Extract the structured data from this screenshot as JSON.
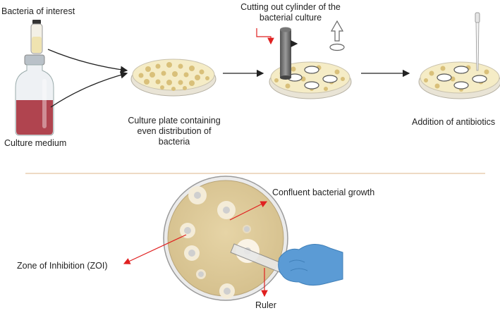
{
  "top": {
    "bacteria_label": "Bacteria of interest",
    "medium_label": "Culture medium",
    "plate_label_1": "Culture plate containing",
    "plate_label_2": "even distribution of",
    "plate_label_3": "bacteria",
    "cutting_label_1": "Cutting out cylinder of the",
    "cutting_label_2": "bacterial culture",
    "antibiotics_label": "Addition of antibiotics"
  },
  "bottom": {
    "growth_label": "Confluent bacterial growth",
    "zoi_label": "Zone of Inhibition (ZOI)",
    "ruler_label": "Ruler"
  },
  "colors": {
    "agar": "#f5ecc6",
    "colony": "#d9c07a",
    "medium_red": "#b0444f",
    "arrow_red": "#e02020",
    "divider": "#e3c3a0",
    "glove": "#5b9bd5",
    "plate_bottom": "#e3d1a4"
  }
}
